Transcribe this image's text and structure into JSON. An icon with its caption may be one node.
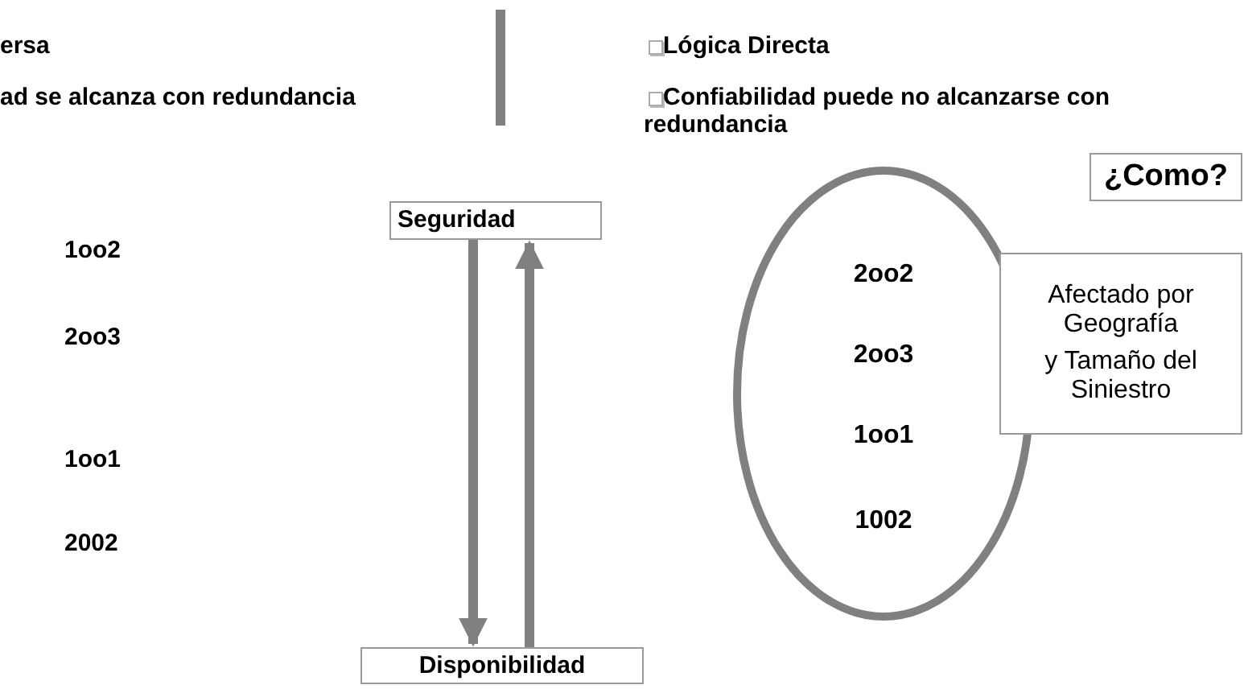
{
  "diagram": {
    "nodes": [
      {
        "text": [
          "Seguridad"
        ]
      },
      {
        "text": [
          "Disponibilidad"
        ]
      },
      {
        "text": [
          "2oo2",
          "2oo3",
          "1oo1",
          "1002"
        ]
      },
      {
        "text": [
          "Afectado por Geografía",
          "y Tamaño del Siniestro"
        ]
      },
      {
        "text": [
          "¿Como?"
        ]
      }
    ],
    "edges": [
      {
        "from": 0,
        "to": 1,
        "arrow": "to"
      },
      {
        "from": 1,
        "to": 0,
        "arrow": "to"
      }
    ],
    "labels": [
      "ersa",
      "ad se alcanza con redundancia",
      "Lógica Directa",
      "Confiabilidad puede no alcanzarse con redundancia",
      "1oo2",
      "2oo3",
      "1oo1",
      "2002"
    ]
  }
}
